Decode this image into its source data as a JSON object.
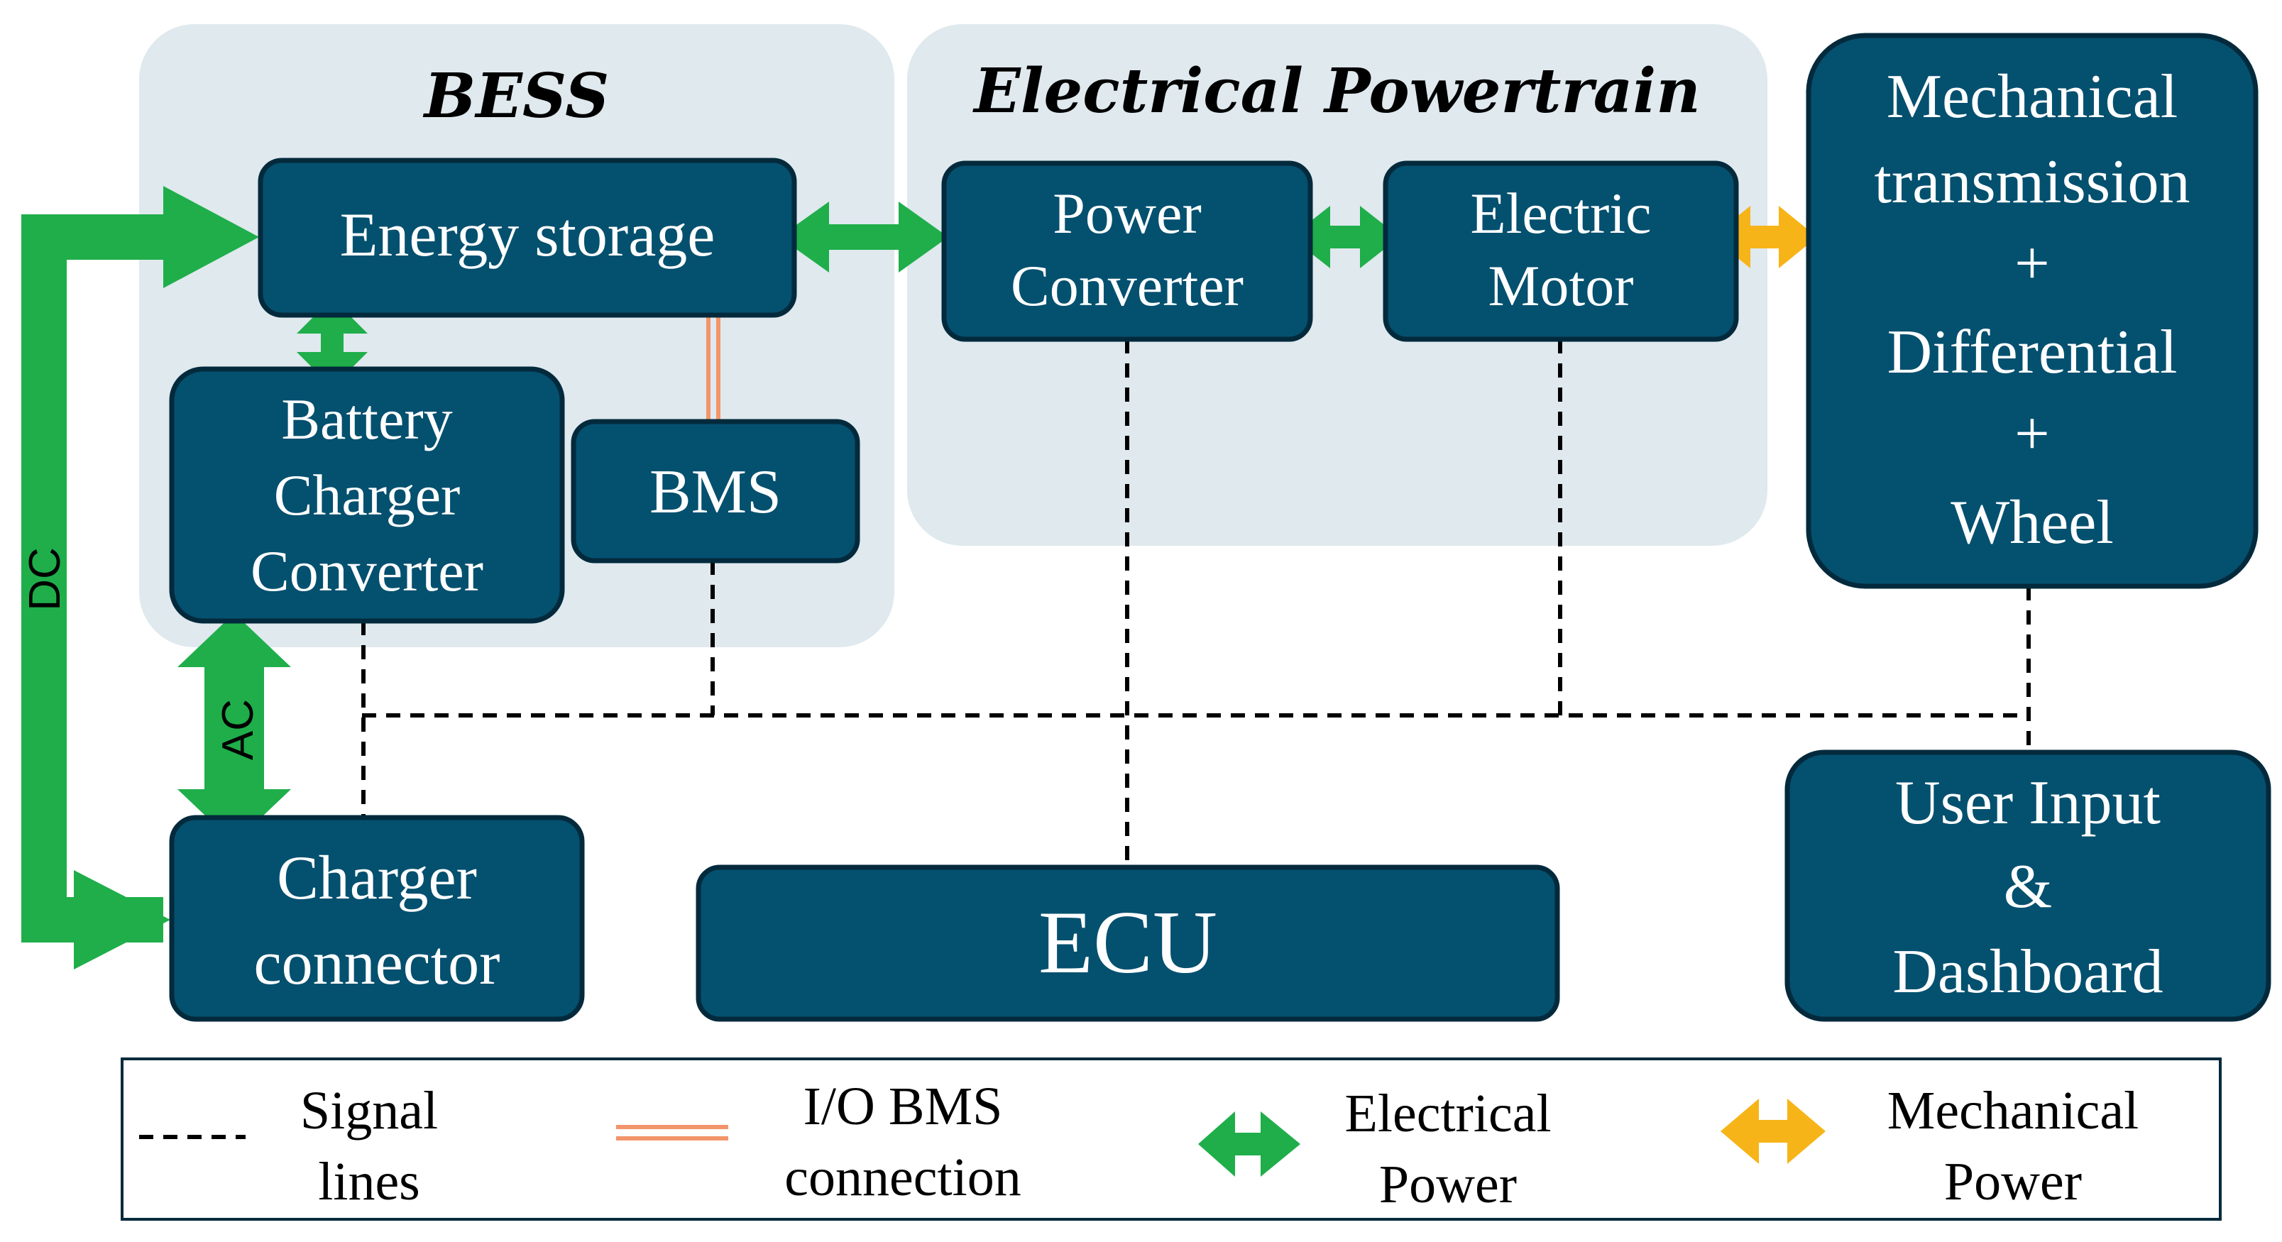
{
  "colors": {
    "box_fill": "#04506f",
    "box_stroke": "#032a3c",
    "group_fill": "#dfe9ee",
    "electrical_arrow": "#1fae4a",
    "mechanical_arrow": "#f7b418",
    "bms_line": "#f2956a",
    "signal_line": "#000000"
  },
  "groups": {
    "bess": "BESS",
    "powertrain": "Electrical Powertrain"
  },
  "blocks": {
    "energy_storage": [
      "Energy storage"
    ],
    "battery_charger": [
      "Battery",
      "Charger",
      "Converter"
    ],
    "bms": [
      "BMS"
    ],
    "power_converter": [
      "Power",
      "Converter"
    ],
    "electric_motor": [
      "Electric",
      "Motor"
    ],
    "mechanical": [
      "Mechanical",
      "transmission",
      "+",
      "Differential",
      "+",
      "Wheel"
    ],
    "charger_connector": [
      "Charger",
      "connector"
    ],
    "ecu": [
      "ECU"
    ],
    "user_input": [
      "User Input",
      "&",
      "Dashboard"
    ]
  },
  "labels": {
    "dc": "DC",
    "ac": "AC"
  },
  "legend": {
    "signal": [
      "Signal",
      "lines"
    ],
    "bms_io": [
      "I/O BMS",
      "connection"
    ],
    "electrical": [
      "Electrical",
      "Power"
    ],
    "mechanical": [
      "Mechanical",
      "Power"
    ]
  }
}
